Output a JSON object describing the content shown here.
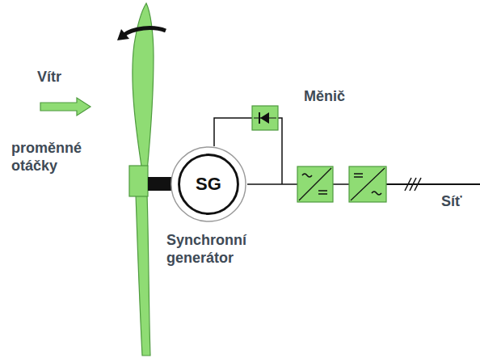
{
  "diagram": {
    "nodes": [
      {
        "text": [
          "SG"
        ]
      }
    ],
    "labels": [
      "Vítr",
      "proměnné otáčky",
      "Synchronní generátor",
      "Měnič",
      "Síť"
    ]
  }
}
